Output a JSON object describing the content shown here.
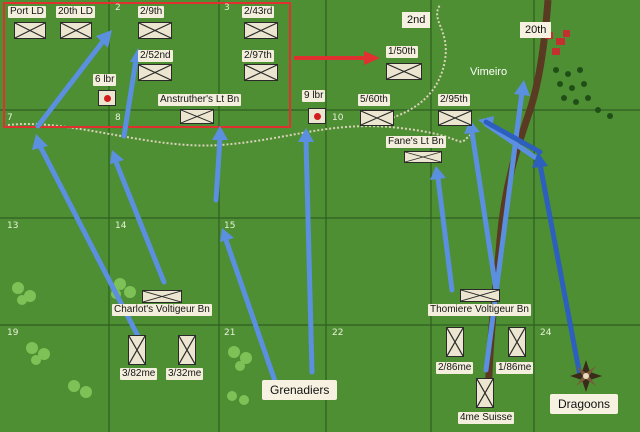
{
  "units": {
    "port_ld": "Port LD",
    "ld20": "20th LD",
    "r2_9th": "2/9th",
    "r2_43rd": "2/43rd",
    "r2_52nd": "2/52nd",
    "r2_97th": "2/97th",
    "art6": "6 lbr",
    "anstruther": "Anstruther's Lt Bn",
    "art9": "9 lbr",
    "r1_50th": "1/50th",
    "r5_60th": "5/60th",
    "r2_95th": "2/95th",
    "fane": "Fane's Lt Bn",
    "charlot": "Charlot's Voltigeur Bn",
    "thomiere": "Thomiere Voltigeur Bn",
    "f3_82me": "3/82me",
    "f3_32me": "3/32me",
    "f2_86me": "2/86me",
    "f1_86me": "1/86me",
    "suisse": "4me Suisse"
  },
  "callouts": {
    "grenadiers": "Grenadiers",
    "dragoons": "Dragoons",
    "second": "2nd",
    "twentieth": "20th"
  },
  "place": {
    "vimeiro": "Vimeiro"
  },
  "hex_numbers": [
    "2",
    "3",
    "7",
    "8",
    "10",
    "13",
    "14",
    "15",
    "19",
    "21",
    "22",
    "24"
  ],
  "colors": {
    "grass": "#4e8f33",
    "arrow": "#5b8fe0",
    "dark_arrow": "#2d5fbf",
    "highlight": "#e03030",
    "road": "#5a3a22",
    "counter": "#ece6d0"
  },
  "icons": {
    "compass": "compass-rose-icon",
    "artillery": "artillery-dot-icon",
    "infantry": "infantry-cross-icon"
  }
}
